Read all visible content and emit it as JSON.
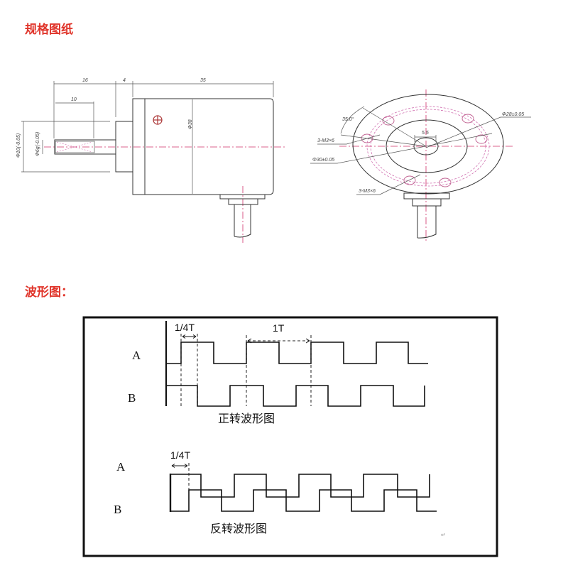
{
  "headings": {
    "spec": "规格图纸",
    "waveform": "波形图："
  },
  "drawing": {
    "side_view": {
      "dim_shaft_length": "16",
      "dim_pilot": "4",
      "dim_body": "35",
      "dim_flat": "10",
      "dim_body_dia": "Φ38",
      "dim_pilot_dia": "Φ10(-0.05)",
      "dim_shaft_dia": "Φ6g(-0.05)"
    },
    "front_view": {
      "angle": "35.0°",
      "holes_upper": "3-M3×6",
      "bolt_circle_30": "Φ30±0.05",
      "bolt_circle_28": "Φ28±0.05",
      "flat": "5.5",
      "holes_lower": "3-M3×6"
    }
  },
  "waveforms": {
    "forward": {
      "caption": "正转波形图",
      "channel_a": "A",
      "channel_b": "B",
      "quarter_period": "1/4T",
      "period": "1T"
    },
    "reverse": {
      "caption": "反转波形图",
      "channel_a": "A",
      "channel_b": "B",
      "quarter_period": "1/4T"
    },
    "return_mark": "↵"
  }
}
